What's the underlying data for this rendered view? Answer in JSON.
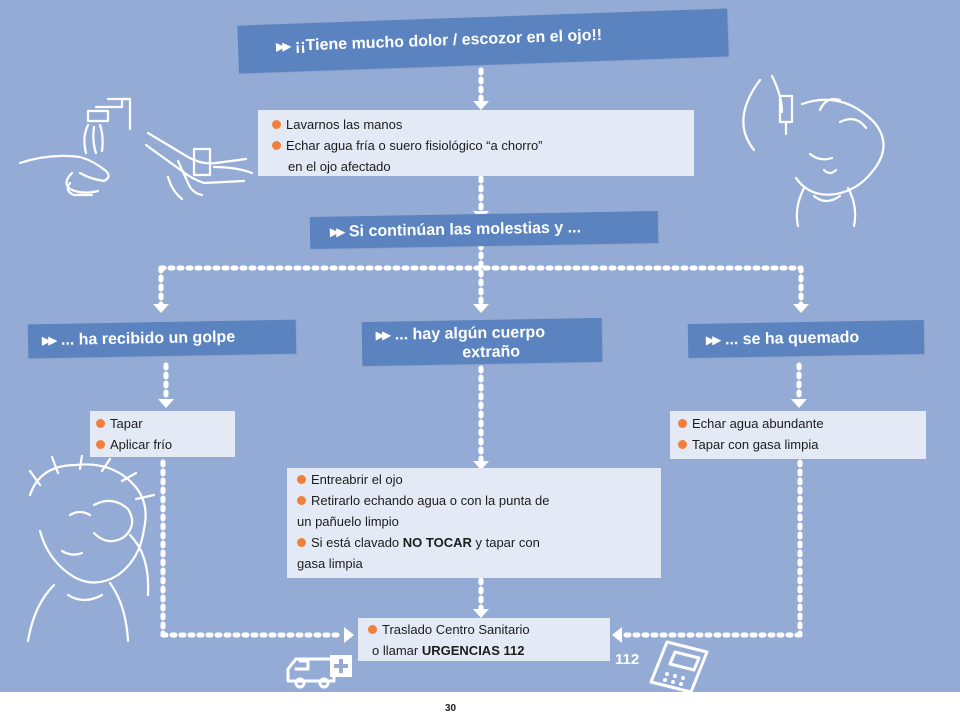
{
  "title": "¡¡Tiene mucho dolor / escozor en el ojo!!",
  "step1": {
    "items": [
      "Lavarnos las manos",
      "Echar agua fría o suero fisiológico “a chorro”"
    ],
    "continuation": "en el ojo afectado"
  },
  "branch_header": "Si continúan las molestias y ...",
  "branches": [
    {
      "header": "... ha recibido un golpe",
      "items": [
        "Tapar",
        "Aplicar frío"
      ]
    },
    {
      "header_line1": "... hay algún cuerpo",
      "header_line2": "extraño",
      "items": [
        {
          "text": "Entreabrir el ojo"
        },
        {
          "text": "Retirarlo echando agua o con la punta de",
          "cont": "un pañuelo limpio"
        },
        {
          "pre": "Si está clavado ",
          "bold": "NO TOCAR",
          "post": " y tapar con",
          "cont": "gasa limpia"
        }
      ]
    },
    {
      "header": "... se ha quemado",
      "items": [
        "Echar agua abundante",
        "Tapar con gasa limpia"
      ]
    }
  ],
  "final": {
    "line1": "Traslado Centro Sanitario",
    "line2_pre": "o llamar ",
    "line2_bold": "URGENCIAS 112"
  },
  "phone_number": "112",
  "page_number": "30",
  "colors": {
    "background": "#94acd5",
    "header_fill": "#5a83bf",
    "box_fill": "#e4eaf5",
    "bullet": "#f07f3c",
    "connector": "#ffffff"
  },
  "icons": [
    "faucet-handwash-icon",
    "eye-drop-person-icon",
    "hurt-eye-person-icon",
    "ambulance-icon",
    "mobile-phone-icon"
  ]
}
